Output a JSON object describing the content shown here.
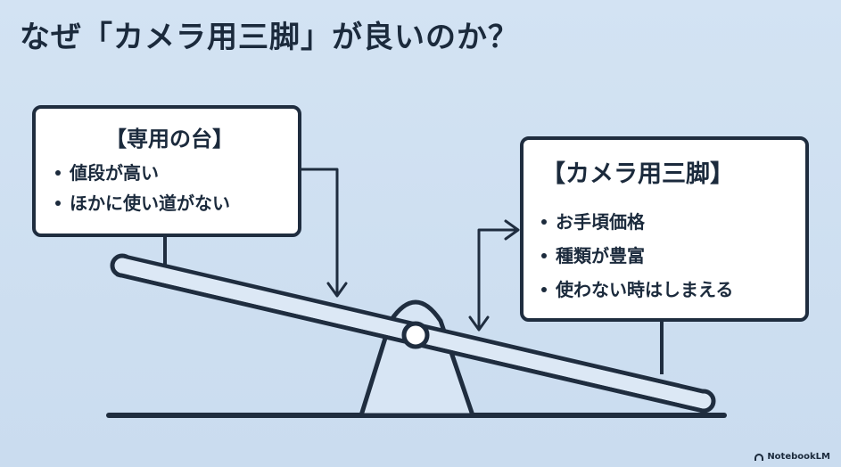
{
  "title": "なぜ「カメラ用三脚」が良いのか？",
  "left_box": {
    "heading": "【専用の台】",
    "items": [
      "値段が高い",
      "ほかに使い道がない"
    ]
  },
  "right_box": {
    "heading": "【カメラ用三脚】",
    "items": [
      "お手頃価格",
      "種類が豊富",
      "使わない時はしまえる"
    ]
  },
  "watermark": "NotebookLM",
  "colors": {
    "background": "#cfe0f1",
    "ink": "#1f2d3f",
    "box_fill": "#ffffff",
    "beam_fill": "#dce8f5"
  },
  "icons": {
    "seesaw": "seesaw-illustration",
    "arrow": "arrow-icon",
    "watermark_logo": "notebooklm-logo-icon"
  }
}
